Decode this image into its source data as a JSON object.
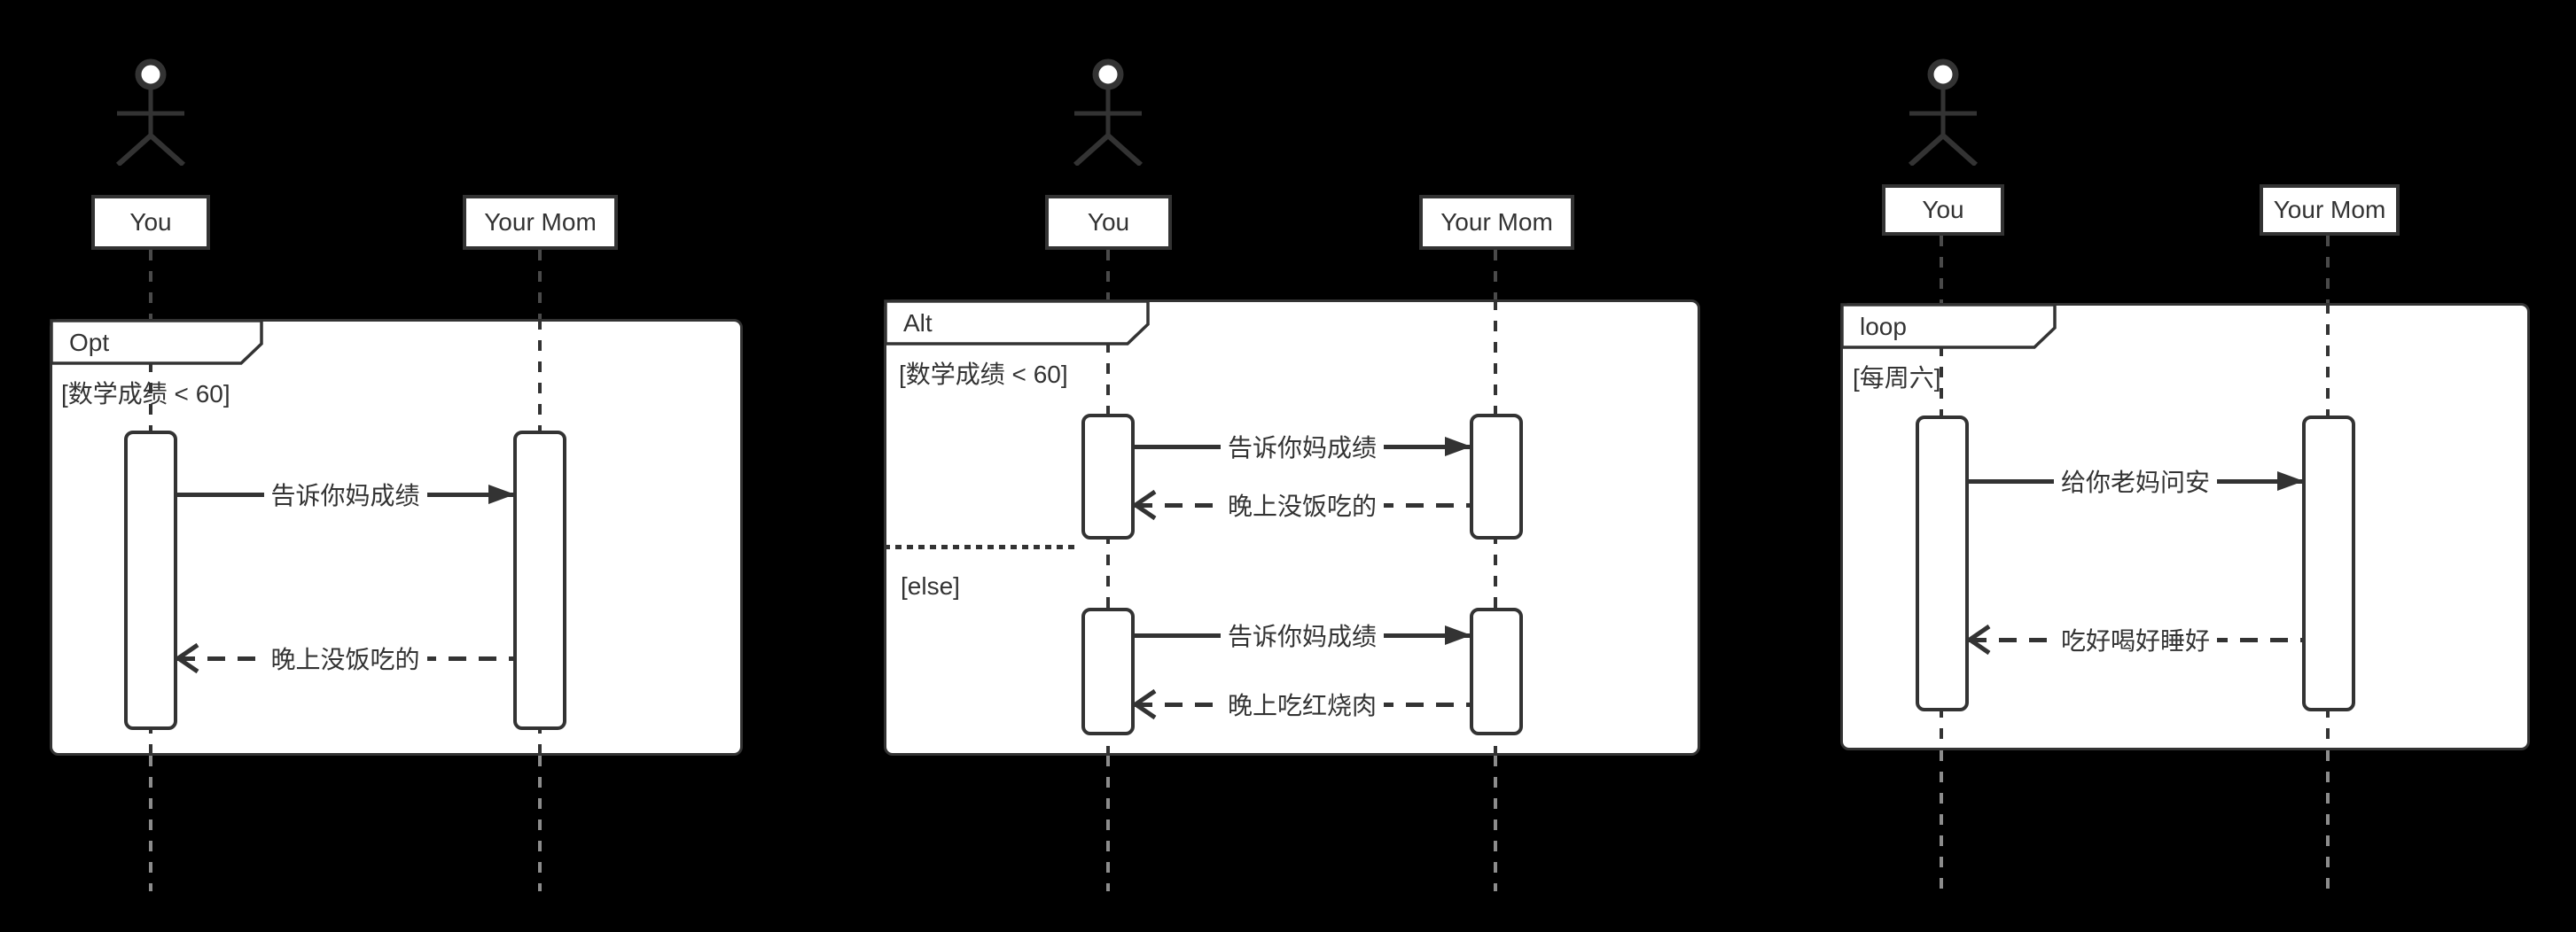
{
  "figure": "uml-sequence-diagrams",
  "palette": {
    "background": "#000000",
    "stroke": "#333333",
    "shape_fill": "#ffffff",
    "lifeline_outside": "#8c8c8c"
  },
  "diagrams": [
    {
      "fragment_label": "Opt",
      "guard": "[数学成绩 < 60]",
      "actor_left": "You",
      "actor_right": "Your Mom",
      "messages": [
        {
          "label": "告诉你妈成绩",
          "kind": "sync",
          "direction": "right"
        },
        {
          "label": "晚上没饭吃的",
          "kind": "return",
          "direction": "left"
        }
      ]
    },
    {
      "fragment_label": "Alt",
      "guard": "[数学成绩 < 60]",
      "else_label": "[else]",
      "actor_left": "You",
      "actor_right": "Your Mom",
      "messages": [
        {
          "label": "告诉你妈成绩",
          "kind": "sync",
          "direction": "right"
        },
        {
          "label": "晚上没饭吃的",
          "kind": "return",
          "direction": "left"
        },
        {
          "label": "告诉你妈成绩",
          "kind": "sync",
          "direction": "right"
        },
        {
          "label": "晚上吃红烧肉",
          "kind": "return",
          "direction": "left"
        }
      ]
    },
    {
      "fragment_label": "loop",
      "guard": "[每周六]",
      "actor_left": "You",
      "actor_right": "Your Mom",
      "messages": [
        {
          "label": "给你老妈问安",
          "kind": "sync",
          "direction": "right"
        },
        {
          "label": "吃好喝好睡好",
          "kind": "return",
          "direction": "left"
        }
      ]
    }
  ]
}
